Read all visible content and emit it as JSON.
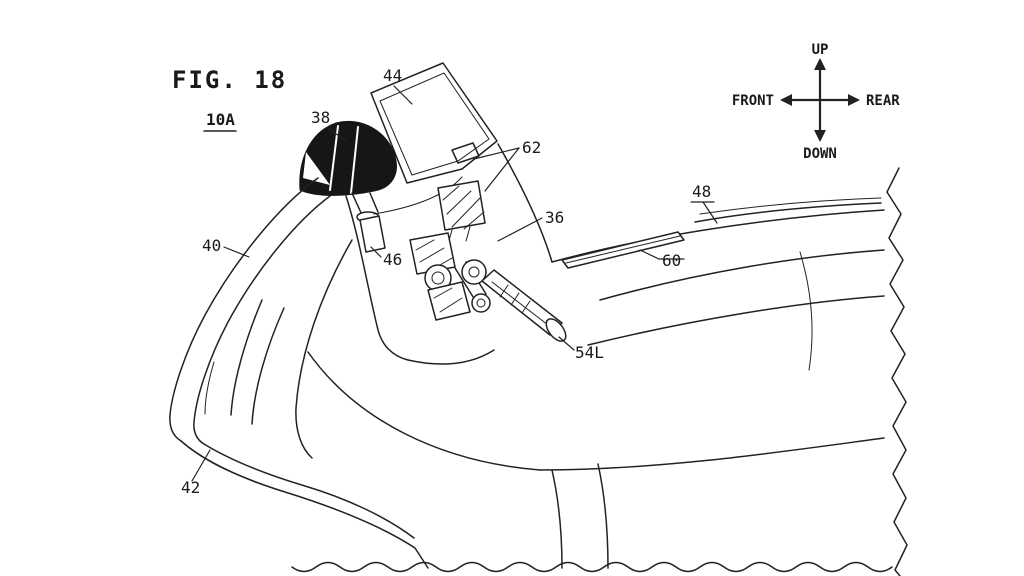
{
  "figure": {
    "title": "FIG. 18",
    "assembly_ref": "10A"
  },
  "compass": {
    "up": "UP",
    "down": "DOWN",
    "front": "FRONT",
    "rear": "REAR"
  },
  "labels": {
    "windscreen": "44",
    "mirror": "38",
    "meter_bracket": "62",
    "steering": "36",
    "tail_cowl": "48",
    "trim_line": "60",
    "front_cowl": "40",
    "inner_unit": "46",
    "left_grip": "54L",
    "lower_cowl": "42"
  }
}
